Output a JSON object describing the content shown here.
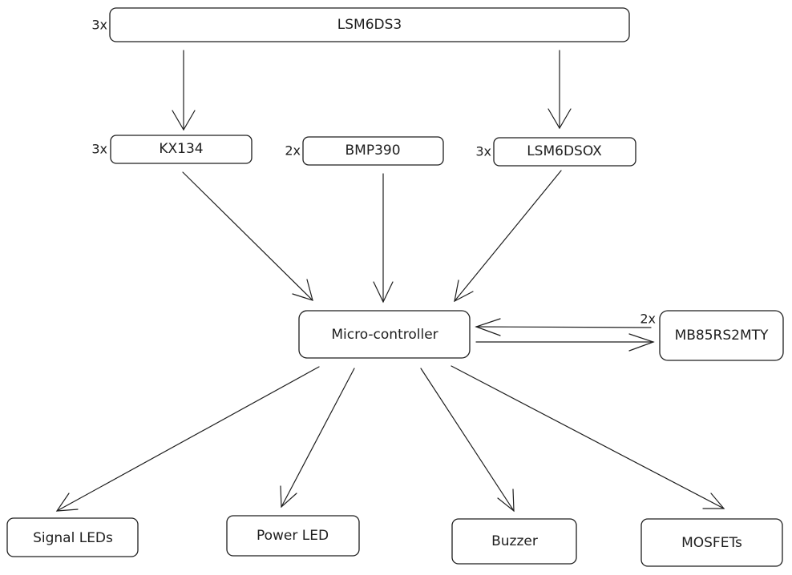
{
  "nodes": {
    "lsm6ds3": {
      "label": "LSM6DS3",
      "multiplier": "3x"
    },
    "kx134": {
      "label": "KX134",
      "multiplier": "3x"
    },
    "bmp390": {
      "label": "BMP390",
      "multiplier": "2x"
    },
    "lsm6dsox": {
      "label": "LSM6DSOX",
      "multiplier": "3x"
    },
    "microcontroller": {
      "label": "Micro-controller"
    },
    "mb85rs2mty": {
      "label": "MB85RS2MTY",
      "multiplier": "2x"
    },
    "signal_leds": {
      "label": "Signal LEDs"
    },
    "power_led": {
      "label": "Power LED"
    },
    "buzzer": {
      "label": "Buzzer"
    },
    "mosfets": {
      "label": "MOSFETs"
    }
  },
  "edges": [
    {
      "from": "lsm6ds3",
      "to": "kx134"
    },
    {
      "from": "lsm6ds3",
      "to": "lsm6dsox"
    },
    {
      "from": "kx134",
      "to": "microcontroller"
    },
    {
      "from": "bmp390",
      "to": "microcontroller"
    },
    {
      "from": "lsm6dsox",
      "to": "microcontroller"
    },
    {
      "from": "microcontroller",
      "to": "mb85rs2mty"
    },
    {
      "from": "mb85rs2mty",
      "to": "microcontroller"
    },
    {
      "from": "microcontroller",
      "to": "signal_leds"
    },
    {
      "from": "microcontroller",
      "to": "power_led"
    },
    {
      "from": "microcontroller",
      "to": "buzzer"
    },
    {
      "from": "microcontroller",
      "to": "mosfets"
    }
  ]
}
